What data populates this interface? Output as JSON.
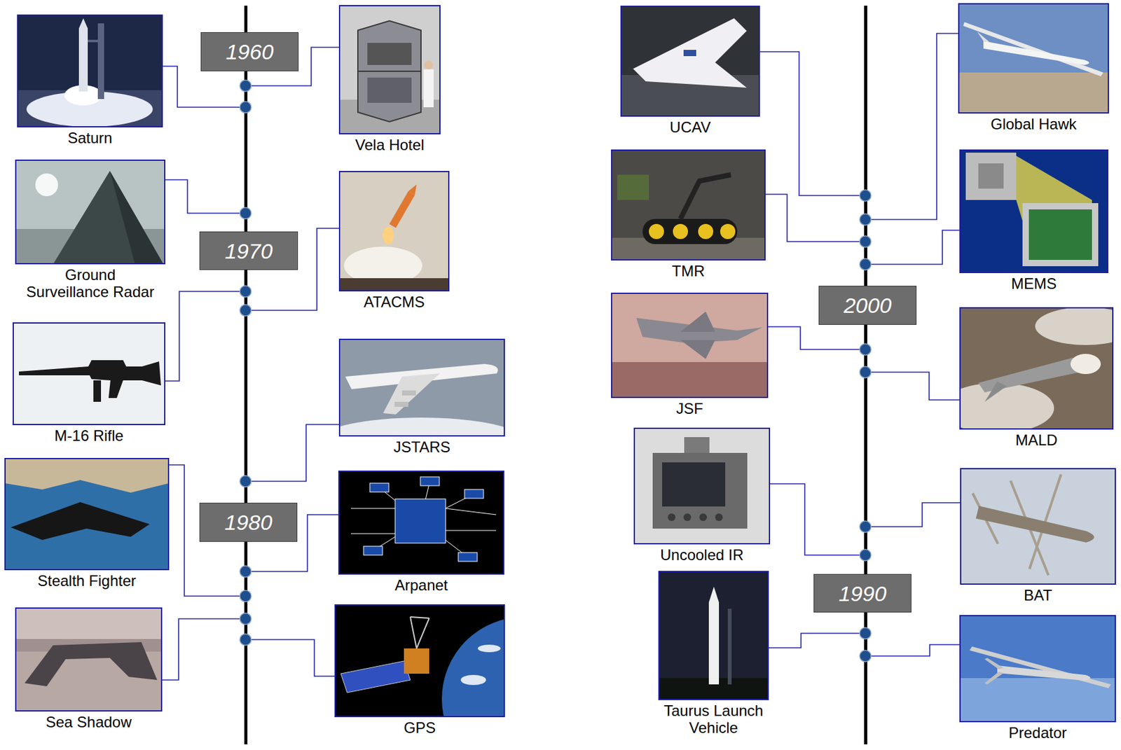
{
  "diagram": {
    "nodes": [
      {
        "text": [
          "Saturn"
        ]
      },
      {
        "text": [
          "1960"
        ]
      },
      {
        "text": [
          "Vela Hotel"
        ]
      },
      {
        "text": [
          "Ground Surveillance Radar"
        ]
      },
      {
        "text": [
          "1970"
        ]
      },
      {
        "text": [
          "ATACMS"
        ]
      },
      {
        "text": [
          "M-16 Rifle"
        ]
      },
      {
        "text": [
          "JSTARS"
        ]
      },
      {
        "text": [
          "Stealth Fighter"
        ]
      },
      {
        "text": [
          "1980"
        ]
      },
      {
        "text": [
          "Arpanet"
        ]
      },
      {
        "text": [
          "Sea Shadow"
        ]
      },
      {
        "text": [
          "GPS"
        ]
      },
      {
        "text": [
          "UCAV"
        ]
      },
      {
        "text": [
          "Global Hawk"
        ]
      },
      {
        "text": [
          "TMR"
        ]
      },
      {
        "text": [
          "MEMS"
        ]
      },
      {
        "text": [
          "2000"
        ]
      },
      {
        "text": [
          "JSF"
        ]
      },
      {
        "text": [
          "MALD"
        ]
      },
      {
        "text": [
          "Uncooled IR"
        ]
      },
      {
        "text": [
          "BAT"
        ]
      },
      {
        "text": [
          "1990"
        ]
      },
      {
        "text": [
          "Taurus Launch Vehicle"
        ]
      },
      {
        "text": [
          "Predator"
        ]
      }
    ]
  }
}
